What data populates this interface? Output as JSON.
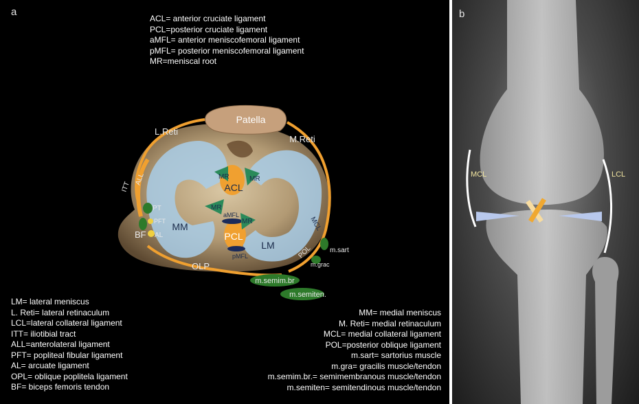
{
  "panel_a": {
    "letter": "a",
    "top_legend": [
      "ACL= anterior cruciate ligament",
      "PCL=posterior cruciate ligament",
      "aMFL= anterior meniscofemoral ligament",
      "pMFL= posterior meniscofemoral ligament",
      "MR=meniscal root"
    ],
    "left_legend": [
      "LM= lateral meniscus",
      "L. Reti= lateral retinaculum",
      "LCL=lateral collateral ligament",
      "ITT= iliotibial tract",
      "ALL=anterolateral ligament",
      "PFT= popliteal fibular ligament",
      "AL= arcuate ligament",
      "OPL= oblique poplitela ligament",
      "BF= biceps femoris tendon"
    ],
    "right_legend": [
      "MM= medial meniscus",
      "M. Reti= medial retinaculum",
      "MCL= medial collateral ligament",
      "POL=posterior oblique ligament",
      "m.sart= sartorius muscle",
      "m.gra= gracilis muscle/tendon",
      "m.semim.br.= semimembranous muscle/tendon",
      "m.semiten= semitendinous muscle/tendon"
    ],
    "labels": {
      "patella": "Patella",
      "l_reti": "L.Reti",
      "m_reti": "M.Reti",
      "itt": "ITT",
      "all": "ALL",
      "pt": "PT",
      "pft": "PFT",
      "al": "AL",
      "bf": "BF",
      "mm": "MM",
      "lm": "LM",
      "acl": "ACL",
      "pcl": "PCL",
      "amfl": "aMFL",
      "pmfl": "pMFL",
      "mr": "MR",
      "mcl": "MCL",
      "pol": "POL",
      "m_sart": "m.sart",
      "m_grac": "m.grac",
      "m_semim": "m.semim.br",
      "m_semiten": "m.semiten.",
      "olp": "OLP"
    }
  },
  "panel_b": {
    "letter": "b",
    "mcl_label": "MCL",
    "lcl_label": "LCL"
  }
}
